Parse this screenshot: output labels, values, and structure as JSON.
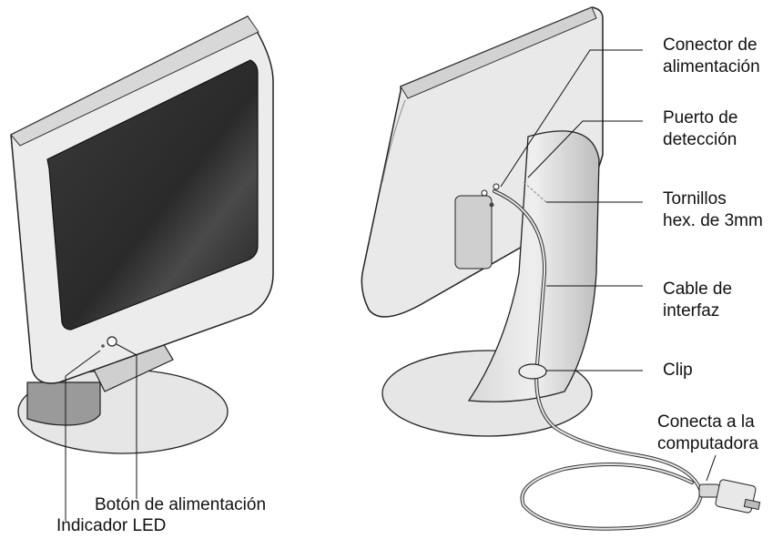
{
  "labels": {
    "power_connector": [
      "Conector de",
      "alimentación"
    ],
    "detection_port": [
      "Puerto de",
      "detección"
    ],
    "screws": [
      "Tornillos",
      "hex. de 3mm"
    ],
    "interface_cable": [
      "Cable de",
      "interfaz"
    ],
    "clip": "Clip",
    "connects_to_computer": [
      "Conecta a la",
      "computadora"
    ],
    "power_button": "Botón de alimentación",
    "led_indicator": "Indicador LED"
  }
}
